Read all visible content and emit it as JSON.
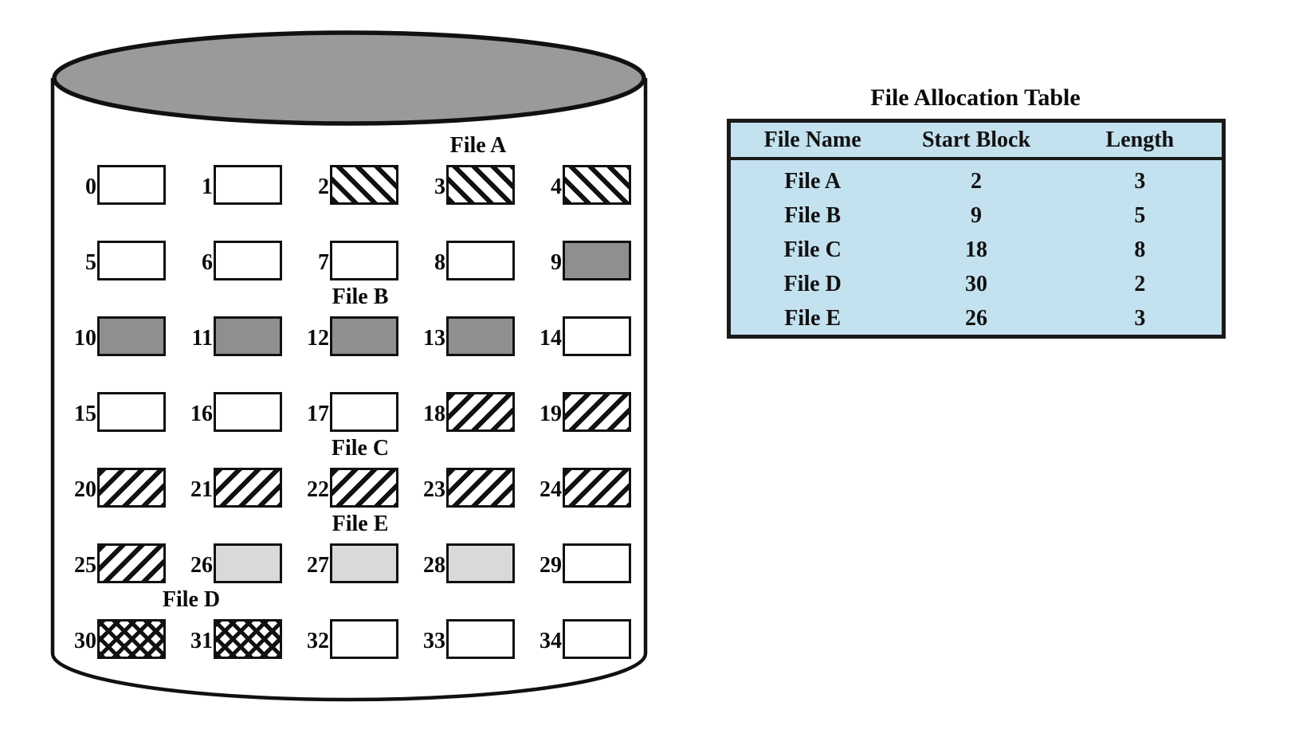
{
  "disk": {
    "blocks": [
      {
        "num": "0",
        "file": ""
      },
      {
        "num": "1",
        "file": ""
      },
      {
        "num": "2",
        "file": "A"
      },
      {
        "num": "3",
        "file": "A"
      },
      {
        "num": "4",
        "file": "A"
      },
      {
        "num": "5",
        "file": ""
      },
      {
        "num": "6",
        "file": ""
      },
      {
        "num": "7",
        "file": ""
      },
      {
        "num": "8",
        "file": ""
      },
      {
        "num": "9",
        "file": "B"
      },
      {
        "num": "10",
        "file": "B"
      },
      {
        "num": "11",
        "file": "B"
      },
      {
        "num": "12",
        "file": "B"
      },
      {
        "num": "13",
        "file": "B"
      },
      {
        "num": "14",
        "file": ""
      },
      {
        "num": "15",
        "file": ""
      },
      {
        "num": "16",
        "file": ""
      },
      {
        "num": "17",
        "file": ""
      },
      {
        "num": "18",
        "file": "C"
      },
      {
        "num": "19",
        "file": "C"
      },
      {
        "num": "20",
        "file": "C"
      },
      {
        "num": "21",
        "file": "C"
      },
      {
        "num": "22",
        "file": "C"
      },
      {
        "num": "23",
        "file": "C"
      },
      {
        "num": "24",
        "file": "C"
      },
      {
        "num": "25",
        "file": "C"
      },
      {
        "num": "26",
        "file": "E"
      },
      {
        "num": "27",
        "file": "E"
      },
      {
        "num": "28",
        "file": "E"
      },
      {
        "num": "29",
        "file": ""
      },
      {
        "num": "30",
        "file": "D"
      },
      {
        "num": "31",
        "file": "D"
      },
      {
        "num": "32",
        "file": ""
      },
      {
        "num": "33",
        "file": ""
      },
      {
        "num": "34",
        "file": ""
      }
    ],
    "file_labels": [
      {
        "text": "File A"
      },
      {
        "text": "File B"
      },
      {
        "text": "File C"
      },
      {
        "text": "File E"
      },
      {
        "text": "File D"
      }
    ],
    "patterns": {
      "A": "diagonal-back-hatch",
      "B": "solid-dark-gray",
      "C": "diagonal-forward-hatch",
      "D": "cross-hatch",
      "E": "solid-light-gray",
      "": "empty-white"
    }
  },
  "fat": {
    "title": "File Allocation Table",
    "columns": [
      "File Name",
      "Start Block",
      "Length"
    ],
    "rows": [
      {
        "name": "File A",
        "start": "2",
        "length": "3"
      },
      {
        "name": "File B",
        "start": "9",
        "length": "5"
      },
      {
        "name": "File C",
        "start": "18",
        "length": "8"
      },
      {
        "name": "File D",
        "start": "30",
        "length": "2"
      },
      {
        "name": "File E",
        "start": "26",
        "length": "3"
      }
    ]
  },
  "colors": {
    "table_bg": "#c3e1ee",
    "disk_top_gray": "#9a9a9a",
    "file_b_gray": "#8f8f8f",
    "file_e_gray": "#d9d9d9",
    "line": "#111111"
  }
}
